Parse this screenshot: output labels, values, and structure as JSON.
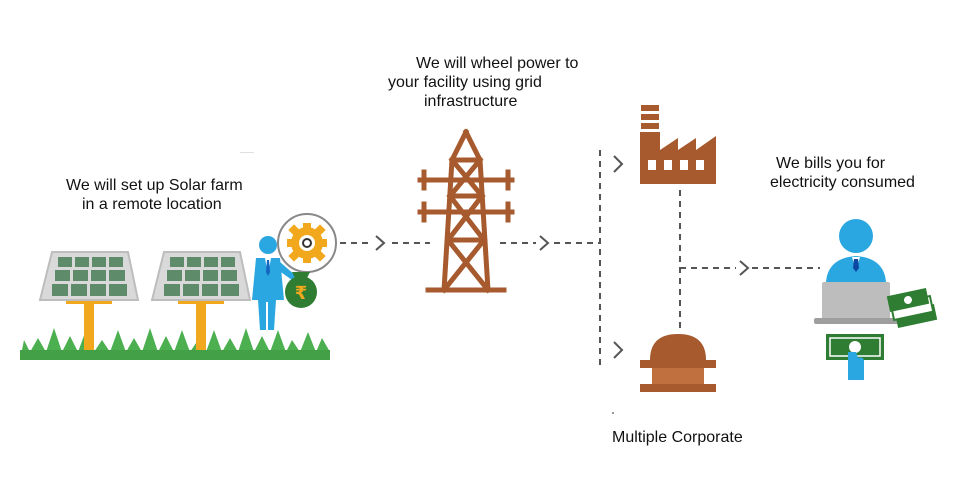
{
  "labels": {
    "solar_line1": "We will set up Solar farm",
    "solar_line2": "in a remote location",
    "wheel_line1": "We will wheel power to",
    "wheel_line2": "your facility using grid",
    "wheel_line3": "infrastructure",
    "bill_line1": "We bills you for",
    "bill_line2": "electricity consumed",
    "corporate": "Multiple Corporate"
  },
  "icons": {
    "solar_panels": "solar-panel-icon",
    "person": "businessman-icon",
    "gear": "gear-icon",
    "money_bag": "rupee-money-bag-icon",
    "tower": "transmission-tower-icon",
    "factory": "factory-icon",
    "dome": "dome-building-icon",
    "consumer": "person-at-laptop-icon",
    "cash": "cash-icon"
  },
  "colors": {
    "brown": "#A65A2E",
    "blue": "#2AA7E0",
    "green": "#2E7D32",
    "panel": "#5E8C6A",
    "gold": "#F2A81D",
    "grass": "#4CAF50",
    "dash": "#555555"
  },
  "symbols": {
    "rupee": "₹"
  }
}
